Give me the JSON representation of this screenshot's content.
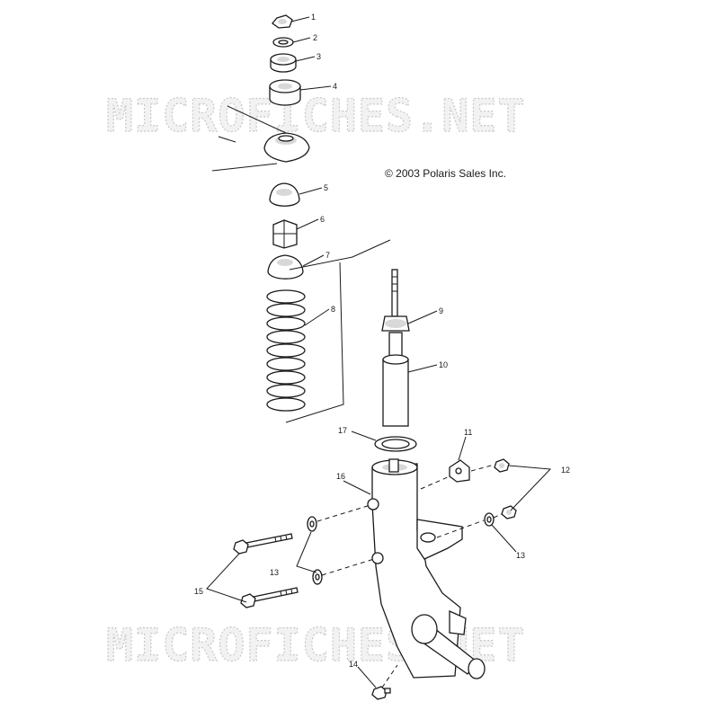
{
  "watermark": "MICROFICHES.NET",
  "copyright": "© 2003 Polaris Sales Inc.",
  "callouts": [
    "1",
    "2",
    "3",
    "4",
    "5",
    "6",
    "7",
    "8",
    "9",
    "10",
    "11",
    "12",
    "13",
    "13",
    "14",
    "15",
    "16",
    "17"
  ]
}
